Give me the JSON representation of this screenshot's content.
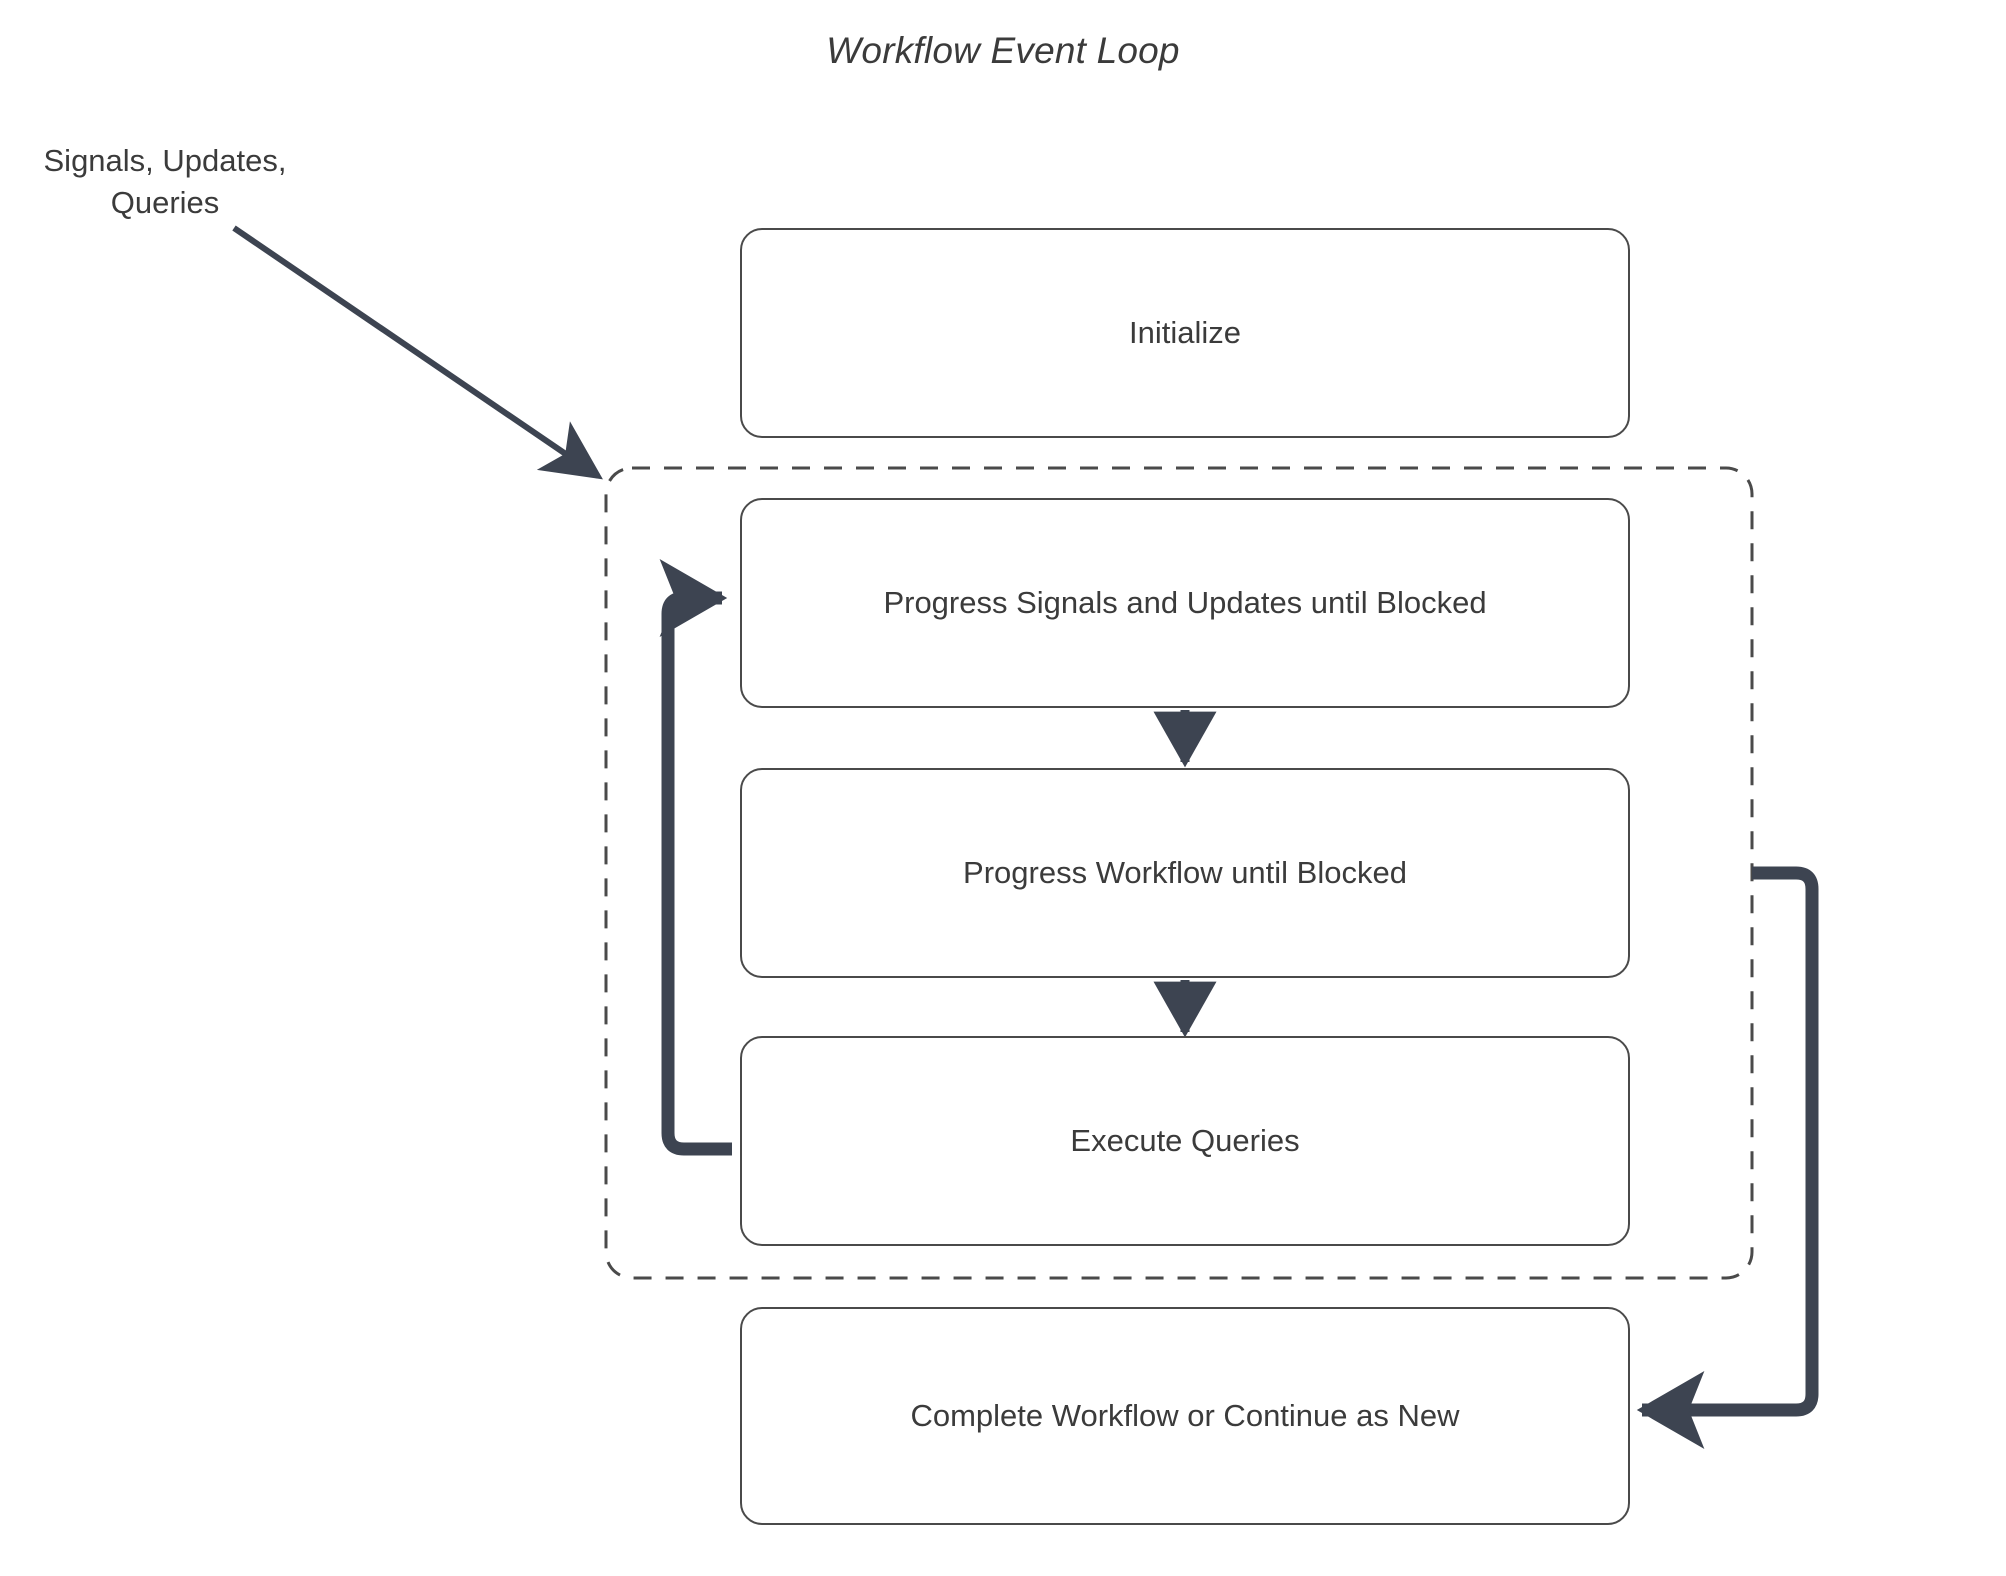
{
  "diagram": {
    "title": "Workflow Event Loop",
    "external_input_label": "Signals, Updates,\nQueries",
    "external_input_line1": "Signals, Updates,",
    "external_input_line2": "Queries",
    "colors": {
      "background": "#ffffff",
      "node_border": "#4a4a4a",
      "node_fill": "#ffffff",
      "text": "#3b3b3b",
      "arrow": "#3d4451",
      "loop_container_border": "#4a4a4a"
    },
    "nodes": [
      {
        "id": "initialize",
        "label": "Initialize"
      },
      {
        "id": "progress-signals-updates",
        "label": "Progress Signals and Updates until Blocked"
      },
      {
        "id": "progress-workflow",
        "label": "Progress Workflow until Blocked"
      },
      {
        "id": "execute-queries",
        "label": "Execute Queries"
      },
      {
        "id": "complete-workflow",
        "label": "Complete Workflow or Continue as New"
      }
    ],
    "loop_container": {
      "style": "dashed",
      "label": ""
    },
    "edges": [
      {
        "from": "external-input",
        "to": "loop-container",
        "style": "solid-arrow"
      },
      {
        "from": "progress-signals-updates",
        "to": "progress-workflow",
        "style": "solid-arrow"
      },
      {
        "from": "progress-workflow",
        "to": "execute-queries",
        "style": "solid-arrow"
      },
      {
        "from": "execute-queries",
        "to": "progress-signals-updates",
        "style": "loop-back-arrow"
      },
      {
        "from": "loop-container",
        "to": "complete-workflow",
        "style": "solid-arrow"
      }
    ]
  }
}
